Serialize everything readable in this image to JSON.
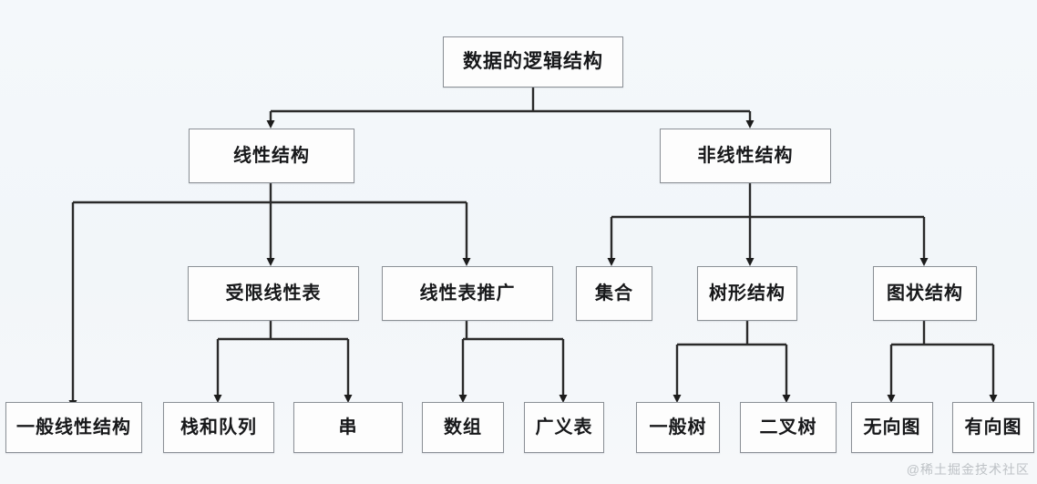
{
  "diagram": {
    "title": "数据的逻辑结构",
    "watermark": "@稀土掘金技术社区",
    "colors": {
      "background": "#f2f6f9",
      "node_fill": "#fdfdfd",
      "node_border": "#8b9096",
      "edge": "#1c1c1c",
      "text": "#17181a"
    },
    "nodes": {
      "root": {
        "label": "数据的逻辑结构"
      },
      "level2": [
        {
          "label": "线性结构"
        },
        {
          "label": "非线性结构"
        }
      ],
      "level3": [
        {
          "label": "受限线性表"
        },
        {
          "label": "线性表推广"
        },
        {
          "label": "集合"
        },
        {
          "label": "树形结构"
        },
        {
          "label": "图状结构"
        }
      ],
      "level4": [
        {
          "label": "一般线性结构"
        },
        {
          "label": "栈和队列"
        },
        {
          "label": "串"
        },
        {
          "label": "数组"
        },
        {
          "label": "广义表"
        },
        {
          "label": "一般树"
        },
        {
          "label": "二叉树"
        },
        {
          "label": "无向图"
        },
        {
          "label": "有向图"
        }
      ]
    },
    "edges": [
      {
        "from": "数据的逻辑结构",
        "to": "线性结构"
      },
      {
        "from": "数据的逻辑结构",
        "to": "非线性结构"
      },
      {
        "from": "线性结构",
        "to": "一般线性结构"
      },
      {
        "from": "线性结构",
        "to": "受限线性表"
      },
      {
        "from": "线性结构",
        "to": "线性表推广"
      },
      {
        "from": "非线性结构",
        "to": "集合"
      },
      {
        "from": "非线性结构",
        "to": "树形结构"
      },
      {
        "from": "非线性结构",
        "to": "图状结构"
      },
      {
        "from": "受限线性表",
        "to": "栈和队列"
      },
      {
        "from": "受限线性表",
        "to": "串"
      },
      {
        "from": "线性表推广",
        "to": "数组"
      },
      {
        "from": "线性表推广",
        "to": "广义表"
      },
      {
        "from": "树形结构",
        "to": "一般树"
      },
      {
        "from": "树形结构",
        "to": "二叉树"
      },
      {
        "from": "图状结构",
        "to": "无向图"
      },
      {
        "from": "图状结构",
        "to": "有向图"
      }
    ]
  }
}
